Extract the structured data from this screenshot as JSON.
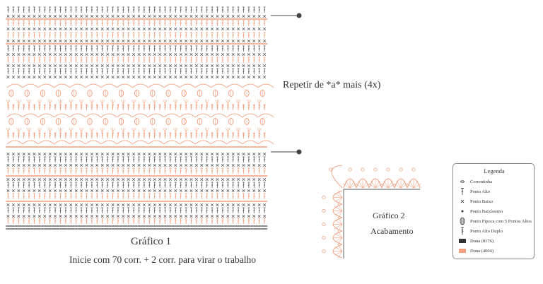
{
  "chart1": {
    "title": "Gráfico 1",
    "note": "Inicie com 70 corr. + 2 corr. para virar o trabalho",
    "repeat_note": "Repetir de *a* mais (4x)"
  },
  "chart2": {
    "title": "Gráfico 2",
    "subtitle": "Acabamento"
  },
  "legend": {
    "title": "Legenda",
    "items": [
      {
        "label": "Correntinha",
        "icon": "chain-stitch-icon"
      },
      {
        "label": "Ponto Alto",
        "icon": "double-crochet-icon"
      },
      {
        "label": "Ponto Baixo",
        "icon": "single-crochet-icon"
      },
      {
        "label": "Ponto Baixíssimo",
        "icon": "slip-stitch-icon"
      },
      {
        "label": "Ponto Pipoca com 5 Pontos Altos",
        "icon": "popcorn-stitch-icon"
      },
      {
        "label": "Ponto Alto Duplo",
        "icon": "treble-crochet-icon"
      },
      {
        "label": "Duna (8176)",
        "icon": "swatch-dark",
        "color": "#333333"
      },
      {
        "label": "Duna (4004)",
        "icon": "swatch-salmon",
        "color": "#f4a07e"
      }
    ]
  },
  "colors": {
    "dark": "#4a4a4a",
    "salmon": "#f08b63",
    "salmon_light": "#f6b79a"
  }
}
